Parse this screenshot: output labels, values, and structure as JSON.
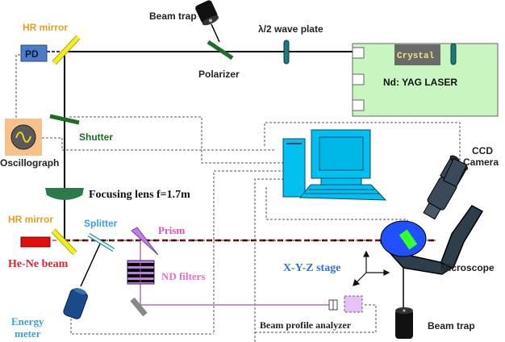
{
  "labels": {
    "beam_trap_top": "Beam trap",
    "hr_mirror_top": "HR mirror",
    "pd": "PD",
    "polarizer": "Polarizer",
    "wave_plate": "λ/2 wave plate",
    "crystal": "Crystal",
    "laser": "Nd: YAG LASER",
    "shutter": "Shutter",
    "oscillograph": "Oscillograph",
    "focusing_lens": "Focusing lens f=1.7m",
    "ccd_camera_line1": "CCD",
    "ccd_camera_line2": "Camera",
    "hr_mirror_bottom": "HR mirror",
    "splitter": "Splitter",
    "prism": "Prism",
    "he_ne_beam": "He-Ne beam",
    "nd_filters": "ND filters",
    "xyz_stage": "X-Y-Z stage",
    "microscope": "Microscope",
    "energy_meter_line1": "Energy",
    "energy_meter_line2": "meter",
    "beam_profile_analyzer": "Beam profile analyzer",
    "beam_trap_bottom": "Beam trap"
  },
  "colors": {
    "hr_mirror_label": "#e0a020",
    "mirror": "#f0f020",
    "pd": "#4a7cc8",
    "polarizer": "#1e6b2a",
    "shutter": "#1e6b2a",
    "lens": "#2a7a4a",
    "wave_plate": "#1e7a7a",
    "laser_box": "#c8f5c0",
    "crystal": "#6a6a6a",
    "oscillograph_bg": "#f8c08a",
    "computer": "#00c0f0",
    "splitter_label": "#3aa0e0",
    "prism": "#c080e0",
    "prism_label": "#e050c0",
    "he_ne": "#e01010",
    "nd_filter_label": "#e070d0",
    "xyz_label": "#3070e0",
    "energy_label": "#3aa0e0",
    "microscope_stage": "#2050ff",
    "sample": "#30ff30",
    "analyzer": "#e8c0f8"
  }
}
